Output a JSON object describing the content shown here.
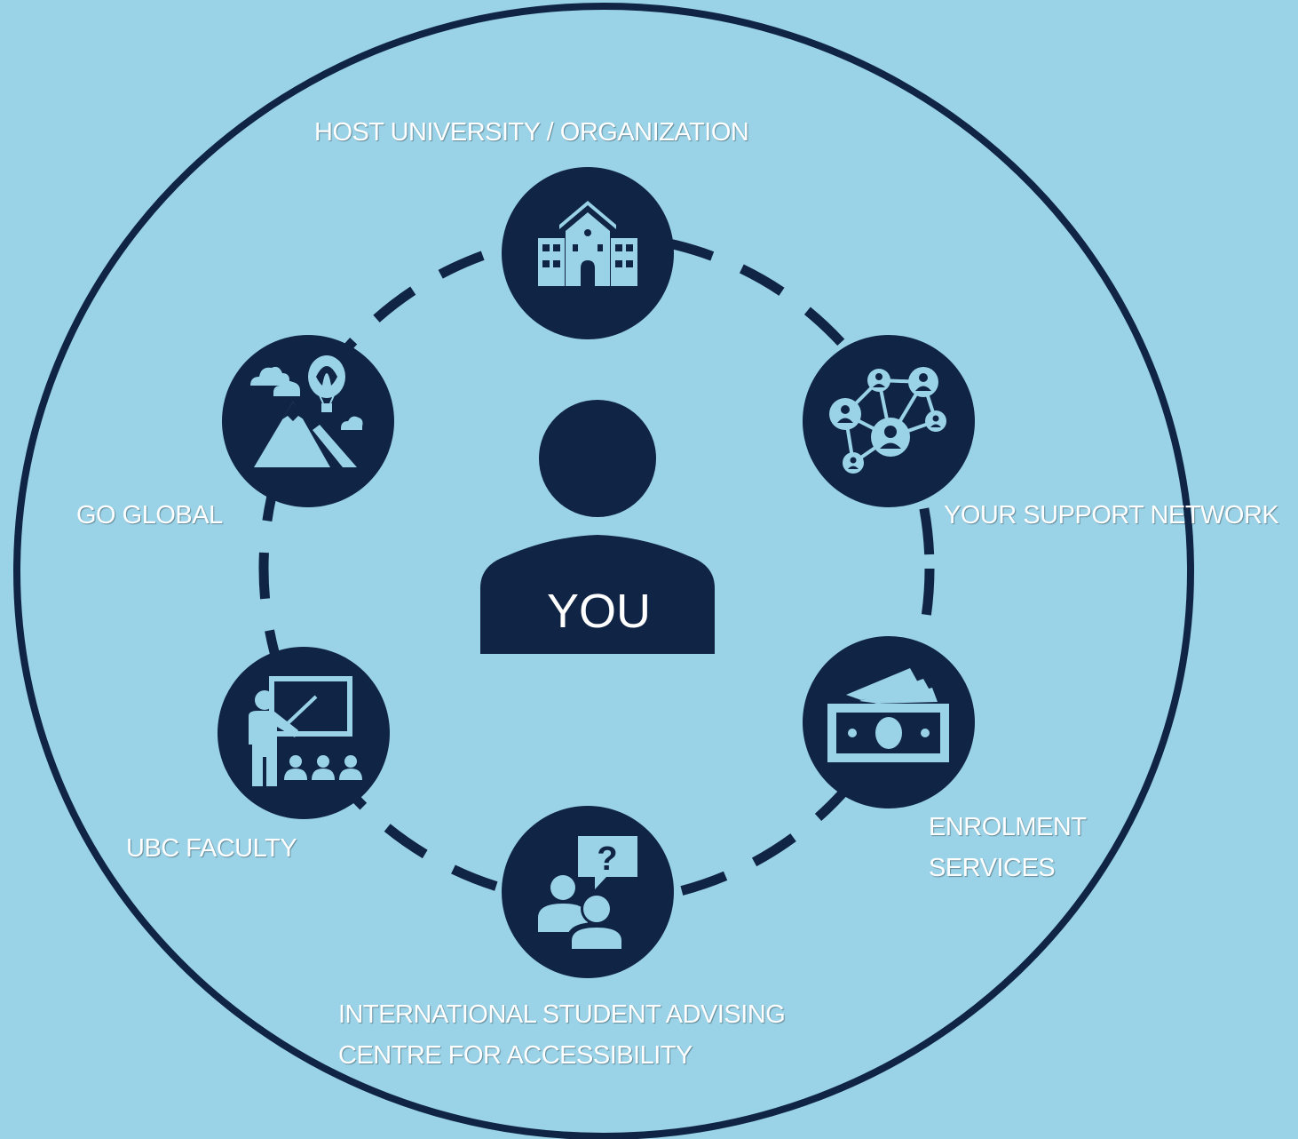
{
  "colors": {
    "background": "#9ad3e8",
    "navy": "#102446",
    "icon_fill": "#9ad3e8",
    "label_text": "#ffffff"
  },
  "center": {
    "label": "YOU",
    "icon": "person-icon"
  },
  "nodes": [
    {
      "id": "host",
      "label_lines": [
        "HOST UNIVERSITY / ORGANIZATION"
      ],
      "icon": "school-building-icon"
    },
    {
      "id": "support",
      "label_lines": [
        "YOUR SUPPORT NETWORK"
      ],
      "icon": "people-network-icon"
    },
    {
      "id": "enrolment",
      "label_lines": [
        "ENROLMENT",
        "SERVICES"
      ],
      "icon": "money-cash-icon"
    },
    {
      "id": "advising",
      "label_lines": [
        "INTERNATIONAL STUDENT ADVISING",
        "CENTRE FOR ACCESSIBILITY"
      ],
      "icon": "question-chat-people-icon"
    },
    {
      "id": "faculty",
      "label_lines": [
        "UBC FACULTY"
      ],
      "icon": "teacher-classroom-icon"
    },
    {
      "id": "goglobal",
      "label_lines": [
        "GO GLOBAL"
      ],
      "icon": "mountain-balloon-icon"
    }
  ]
}
